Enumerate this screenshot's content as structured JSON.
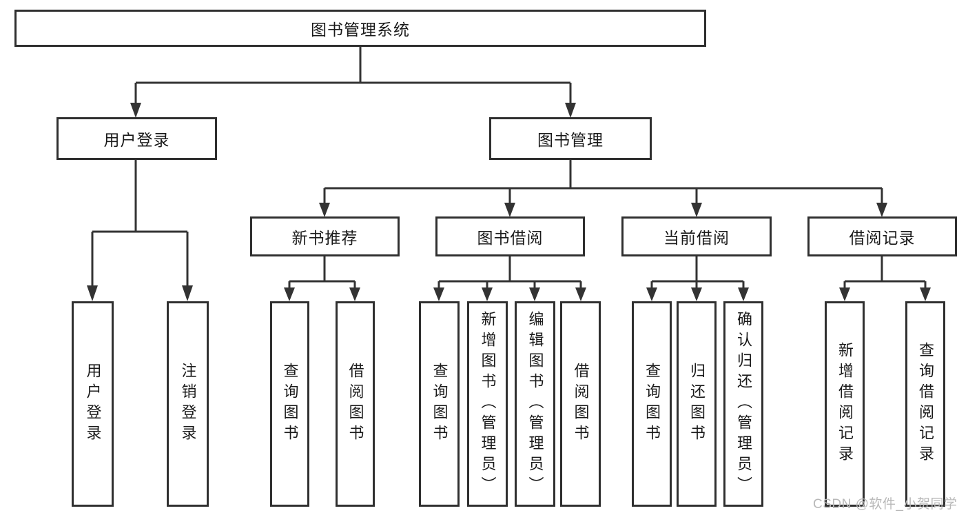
{
  "diagram": {
    "type": "tree-functional-structure",
    "title": "图书管理系统",
    "colors": {
      "background": "#ffffff",
      "box_border": "#2f2f2f",
      "line": "#333333",
      "text": "#1a1a1a",
      "watermark": "#b8b8b8"
    },
    "nodes": {
      "root": "图书管理系统",
      "user_login": "用户登录",
      "book_mgmt": "图书管理",
      "new_book": "新书推荐",
      "book_borrow": "图书借阅",
      "current_borrow": "当前借阅",
      "borrow_record": "借阅记录",
      "leaf_user_login": "用户登录",
      "leaf_logout": "注销登录",
      "leaf_nb_query": "查询图书",
      "leaf_nb_borrow": "借阅图书",
      "leaf_bb_query": "查询图书",
      "leaf_bb_add": "新增图书（管理员）",
      "leaf_bb_edit": "编辑图书（管理员）",
      "leaf_bb_borrow": "借阅图书",
      "leaf_cb_query": "查询图书",
      "leaf_cb_return": "归还图书",
      "leaf_cb_confirm": "确认归还（管理员）",
      "leaf_br_add": "新增借阅记录",
      "leaf_br_query": "查询借阅记录"
    },
    "edges": [
      [
        "root",
        "user_login"
      ],
      [
        "root",
        "book_mgmt"
      ],
      [
        "user_login",
        "leaf_user_login"
      ],
      [
        "user_login",
        "leaf_logout"
      ],
      [
        "book_mgmt",
        "new_book"
      ],
      [
        "book_mgmt",
        "book_borrow"
      ],
      [
        "book_mgmt",
        "current_borrow"
      ],
      [
        "book_mgmt",
        "borrow_record"
      ],
      [
        "new_book",
        "leaf_nb_query"
      ],
      [
        "new_book",
        "leaf_nb_borrow"
      ],
      [
        "book_borrow",
        "leaf_bb_query"
      ],
      [
        "book_borrow",
        "leaf_bb_add"
      ],
      [
        "book_borrow",
        "leaf_bb_edit"
      ],
      [
        "book_borrow",
        "leaf_bb_borrow"
      ],
      [
        "current_borrow",
        "leaf_cb_query"
      ],
      [
        "current_borrow",
        "leaf_cb_return"
      ],
      [
        "current_borrow",
        "leaf_cb_confirm"
      ],
      [
        "borrow_record",
        "leaf_br_add"
      ],
      [
        "borrow_record",
        "leaf_br_query"
      ]
    ],
    "watermark": "CSDN @软件_小贺同学"
  }
}
